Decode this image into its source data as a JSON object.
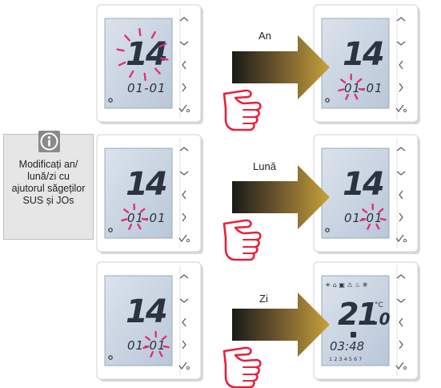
{
  "info": {
    "icon": "info-icon",
    "text_lines": [
      "Modificați an/",
      "lună/zi cu",
      "ajutorul săgeților",
      "SUS și JOs"
    ]
  },
  "rows": [
    {
      "label": "An",
      "before": {
        "year": "14",
        "date": "01-01",
        "blink": "year"
      },
      "after": {
        "year": "14",
        "date": "01-01",
        "blink": "month"
      }
    },
    {
      "label": "Lună",
      "before": {
        "year": "14",
        "date": "01-01",
        "blink": "month"
      },
      "after": {
        "year": "14",
        "date": "01-01",
        "blink": "day"
      }
    },
    {
      "label": "Zi",
      "before": {
        "year": "14",
        "date": "01-01",
        "blink": "day"
      },
      "after": {
        "temp_main": "21",
        "temp_dec": ".0",
        "temp_unit": "°C",
        "time": "03:48",
        "days": "1 2 3 4 5 6 7"
      }
    }
  ],
  "colors": {
    "blink": "#e0307a",
    "hand": "#e8203a",
    "lcd": "#b9c7d8",
    "digits": "#2b3240",
    "arrow_dark": "#1a1a1a",
    "arrow_gold": "#c8a23a"
  }
}
